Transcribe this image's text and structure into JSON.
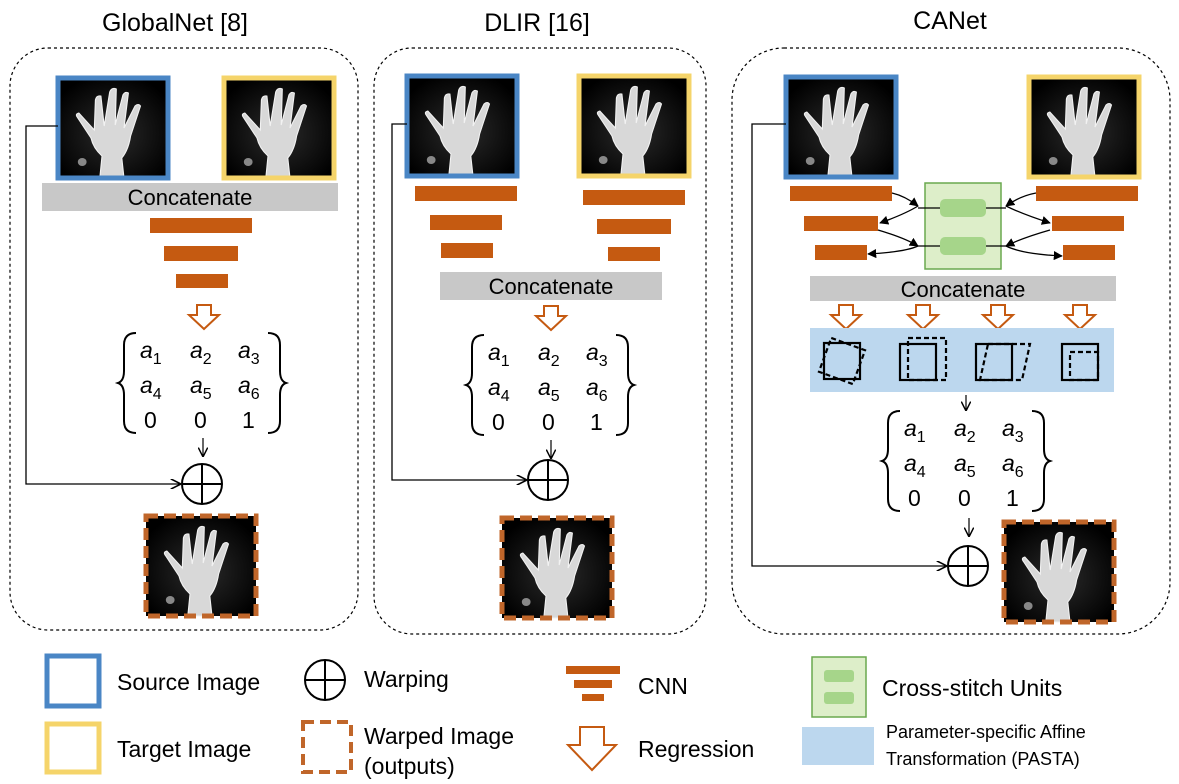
{
  "panels": [
    {
      "title": "GlobalNet [8]",
      "concat_label": "Concatenate"
    },
    {
      "title": "DLIR [16]",
      "concat_label": "Concatenate"
    },
    {
      "title": "CANet",
      "concat_label": "Concatenate"
    }
  ],
  "matrix": {
    "row1": [
      "a",
      "a",
      "a"
    ],
    "row1_sub": [
      "1",
      "2",
      "3"
    ],
    "row2": [
      "a",
      "a",
      "a"
    ],
    "row2_sub": [
      "4",
      "5",
      "6"
    ],
    "row3": [
      "0",
      "0",
      "1"
    ]
  },
  "legend": {
    "source_image": "Source Image",
    "target_image": "Target Image",
    "warping": "Warping",
    "warped_line1": "Warped Image",
    "warped_line2": "(outputs)",
    "cnn": "CNN",
    "regression": "Regression",
    "cross_stitch": "Cross-stitch Units",
    "pasta_line1": "Parameter-specific Affine",
    "pasta_line2": "Transformation (PASTA)"
  },
  "colors": {
    "source_border": "#4a86c5",
    "target_border": "#f5d46a",
    "cnn": "#c55a11",
    "warped_border": "#c0662a",
    "concat_bar": "#c8c8c8",
    "cross_stitch_box": "#ddeec9",
    "cross_stitch_unit": "#a6d58a",
    "pasta": "#bcd7ee"
  }
}
